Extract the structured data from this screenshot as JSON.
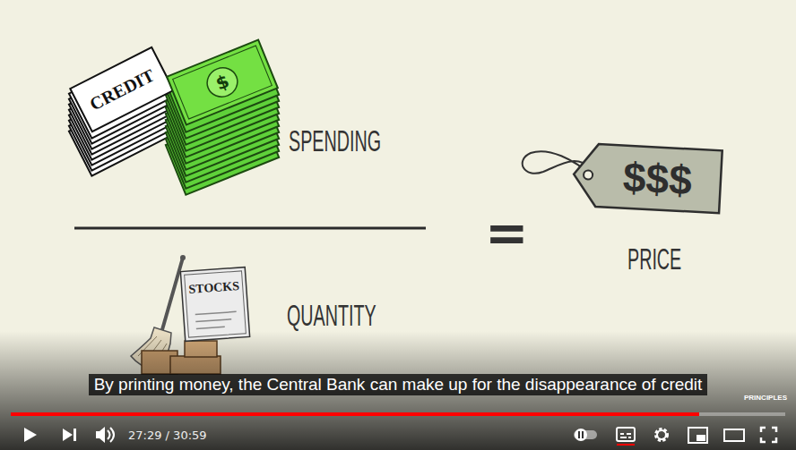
{
  "diagram": {
    "caption": "By printing money, the Central Bank can make up for the disappearance of credit",
    "nodes": [
      {
        "text": [
          "CREDIT"
        ]
      },
      {
        "text": [
          "$"
        ]
      },
      {
        "text": [
          "$$$"
        ]
      },
      {
        "text": [
          "STOCKS"
        ]
      }
    ],
    "labels": [
      "SPENDING",
      "QUANTITY",
      "=",
      "PRICE",
      "27:29 / 30:59",
      "PRINCIPLES"
    ]
  }
}
